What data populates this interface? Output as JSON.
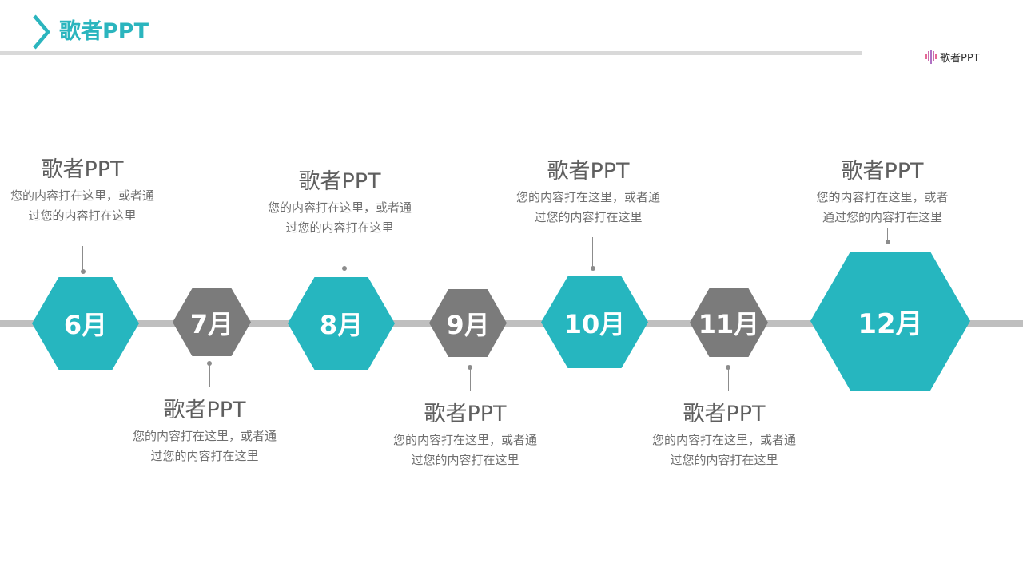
{
  "header": {
    "title": "歌者PPT",
    "accent_color": "#2bb5be",
    "chevron_icon": "chevron-right-icon"
  },
  "logo": {
    "text": "歌者PPT",
    "icon": "microphone-icon"
  },
  "colors": {
    "teal": "#26b6bf",
    "gray": "#7b7b7b",
    "line": "#bfbfbf"
  },
  "milestones": [
    {
      "month": "6月",
      "color": "teal",
      "title": "歌者PPT",
      "desc": [
        "您的内容打在这里，或者通",
        "过您的内容打在这里"
      ]
    },
    {
      "month": "7月",
      "color": "gray",
      "title": "歌者PPT",
      "desc": [
        "您的内容打在这里，或者通",
        "过您的内容打在这里"
      ]
    },
    {
      "month": "8月",
      "color": "teal",
      "title": "歌者PPT",
      "desc": [
        "您的内容打在这里，或者通",
        "过您的内容打在这里"
      ]
    },
    {
      "month": "9月",
      "color": "gray",
      "title": "歌者PPT",
      "desc": [
        "您的内容打在这里，或者通",
        "过您的内容打在这里"
      ]
    },
    {
      "month": "10月",
      "color": "teal",
      "title": "歌者PPT",
      "desc": [
        "您的内容打在这里，或者通",
        "过您的内容打在这里"
      ]
    },
    {
      "month": "11月",
      "color": "gray",
      "title": "歌者PPT",
      "desc": [
        "您的内容打在这里，或者通",
        "过您的内容打在这里"
      ]
    },
    {
      "month": "12月",
      "color": "teal",
      "title": "歌者PPT",
      "desc": [
        "您的内容打在这里，或者",
        "通过您的内容打在这里"
      ]
    }
  ]
}
